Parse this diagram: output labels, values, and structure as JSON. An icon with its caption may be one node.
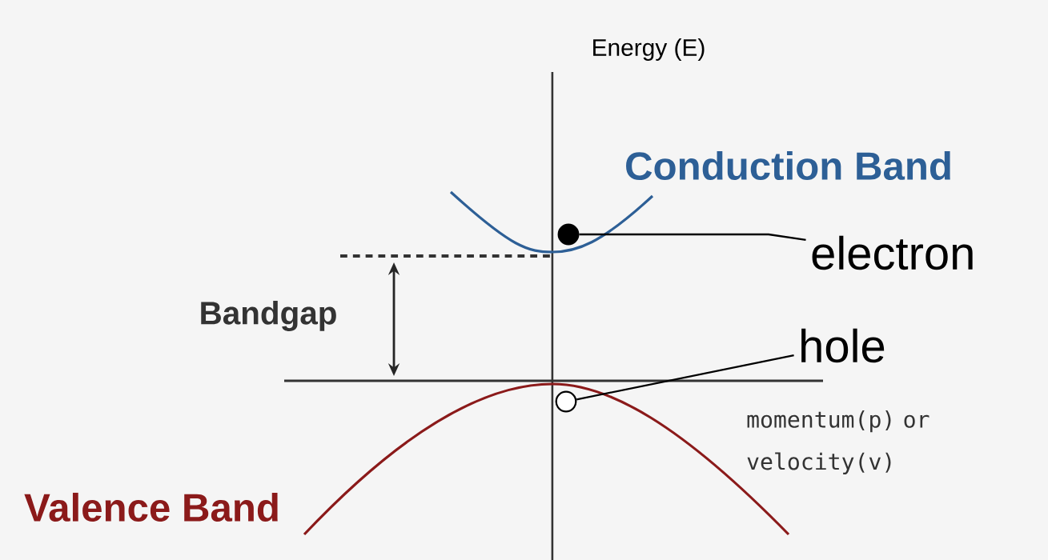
{
  "diagram": {
    "nodes": [
      {
        "text": [
          "electron"
        ]
      },
      {
        "text": [],
        "shape": "circle"
      },
      {
        "text": [
          "hole"
        ]
      },
      {
        "text": [],
        "shape": "circle"
      }
    ],
    "edges": [
      {
        "from": 0,
        "to": 1,
        "arrow": "none"
      },
      {
        "from": 2,
        "to": 3,
        "arrow": "none"
      }
    ],
    "labels": [
      "Energy (E)",
      "Conduction Band",
      "Bandgap",
      "momentum(p) or velocity(v)",
      "Valence Band"
    ]
  }
}
